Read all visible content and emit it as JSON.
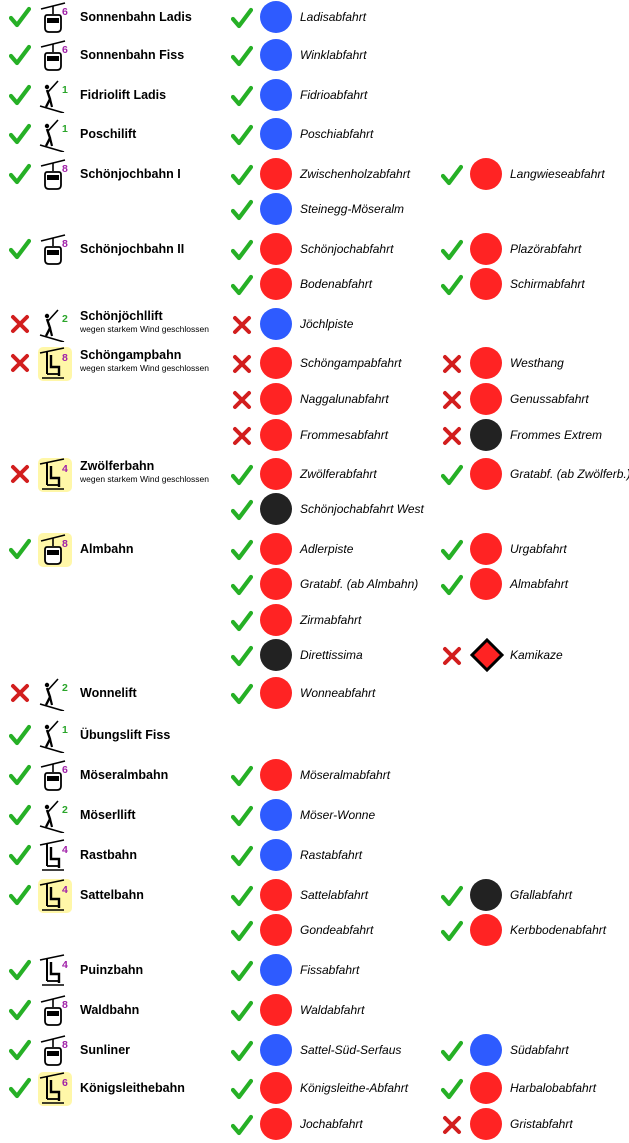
{
  "colors": {
    "blue": "#2e5bff",
    "red": "#ff2323",
    "black": "#222222",
    "open": "#26b026",
    "closed": "#d21e1e",
    "highlight": "#fff7a8"
  },
  "rows": [
    {
      "lift": {
        "name": "Sonnenbahn Ladis",
        "icon": "gondola-icon",
        "capacity": "6",
        "status": "open",
        "highlight": false
      },
      "runs": [
        {
          "name": "Ladisabfahrt",
          "difficulty": "blue",
          "status": "open"
        }
      ]
    },
    {
      "lift": {
        "name": "Sonnenbahn Fiss",
        "icon": "gondola-icon",
        "capacity": "6",
        "status": "open",
        "highlight": false
      },
      "runs": [
        {
          "name": "Winklabfahrt",
          "difficulty": "blue",
          "status": "open"
        }
      ]
    },
    {
      "lift": {
        "name": "Fidriolift Ladis",
        "icon": "tbar-icon",
        "capacity": "1",
        "status": "open",
        "highlight": false
      },
      "runs": [
        {
          "name": "Fidrioabfahrt",
          "difficulty": "blue",
          "status": "open"
        }
      ]
    },
    {
      "lift": {
        "name": "Poschilift",
        "icon": "tbar-icon",
        "capacity": "1",
        "status": "open",
        "highlight": false
      },
      "runs": [
        {
          "name": "Poschiabfahrt",
          "difficulty": "blue",
          "status": "open"
        }
      ]
    },
    {
      "lift": {
        "name": "Schönjochbahn I",
        "icon": "gondola-icon",
        "capacity": "8",
        "status": "open",
        "highlight": false
      },
      "runs": [
        {
          "name": "Zwischenholzabfahrt",
          "difficulty": "red",
          "status": "open"
        },
        {
          "name": "Langwieseabfahrt",
          "difficulty": "red",
          "status": "open"
        }
      ]
    },
    {
      "runs": [
        {
          "name": "Steinegg-Möseralm",
          "difficulty": "blue",
          "status": "open"
        }
      ]
    },
    {
      "lift": {
        "name": "Schönjochbahn II",
        "icon": "gondola-icon",
        "capacity": "8",
        "status": "open",
        "highlight": false
      },
      "runs": [
        {
          "name": "Schönjochabfahrt",
          "difficulty": "red",
          "status": "open"
        },
        {
          "name": "Plazörabfahrt",
          "difficulty": "red",
          "status": "open"
        }
      ]
    },
    {
      "runs": [
        {
          "name": "Bodenabfahrt",
          "difficulty": "red",
          "status": "open"
        },
        {
          "name": "Schirmabfahrt",
          "difficulty": "red",
          "status": "open"
        }
      ]
    },
    {
      "lift": {
        "name": "Schönjöchllift",
        "note": "wegen starkem Wind geschlossen",
        "icon": "tbar-icon",
        "capacity": "2",
        "status": "closed",
        "highlight": false
      },
      "runs": [
        {
          "name": "Jöchlpiste",
          "difficulty": "blue",
          "status": "closed"
        }
      ]
    },
    {
      "lift": {
        "name": "Schöngampbahn",
        "note": "wegen starkem Wind geschlossen",
        "icon": "chairlift-icon",
        "capacity": "8",
        "status": "closed",
        "highlight": true
      },
      "runs": [
        {
          "name": "Schöngampabfahrt",
          "difficulty": "red",
          "status": "closed"
        },
        {
          "name": "Westhang",
          "difficulty": "red",
          "status": "closed"
        }
      ]
    },
    {
      "runs": [
        {
          "name": "Naggalunabfahrt",
          "difficulty": "red",
          "status": "closed"
        },
        {
          "name": "Genussabfahrt",
          "difficulty": "red",
          "status": "closed"
        }
      ]
    },
    {
      "runs": [
        {
          "name": "Frommesabfahrt",
          "difficulty": "red",
          "status": "closed"
        },
        {
          "name": "Frommes Extrem",
          "difficulty": "black",
          "status": "closed"
        }
      ]
    },
    {
      "lift": {
        "name": "Zwölferbahn",
        "note": "wegen starkem Wind geschlossen",
        "icon": "chairlift-icon",
        "capacity": "4",
        "status": "closed",
        "highlight": true
      },
      "runs": [
        {
          "name": "Zwölferabfahrt",
          "difficulty": "red",
          "status": "open"
        },
        {
          "name": "Gratabf. (ab Zwölferb.)",
          "difficulty": "red",
          "status": "open"
        }
      ]
    },
    {
      "runs": [
        {
          "name": "Schönjochabfahrt West",
          "difficulty": "black",
          "status": "open"
        }
      ]
    },
    {
      "lift": {
        "name": "Almbahn",
        "icon": "gondola-icon",
        "capacity": "8",
        "status": "open",
        "highlight": true
      },
      "runs": [
        {
          "name": "Adlerpiste",
          "difficulty": "red",
          "status": "open"
        },
        {
          "name": "Urgabfahrt",
          "difficulty": "red",
          "status": "open"
        }
      ]
    },
    {
      "runs": [
        {
          "name": "Gratabf. (ab Almbahn)",
          "difficulty": "red",
          "status": "open"
        },
        {
          "name": "Almabfahrt",
          "difficulty": "red",
          "status": "open"
        }
      ]
    },
    {
      "runs": [
        {
          "name": "Zirmabfahrt",
          "difficulty": "red",
          "status": "open"
        }
      ]
    },
    {
      "runs": [
        {
          "name": "Direttissima",
          "difficulty": "black",
          "status": "open"
        },
        {
          "name": "Kamikaze",
          "difficulty": "extreme",
          "status": "closed"
        }
      ]
    },
    {
      "lift": {
        "name": "Wonnelift",
        "icon": "tbar-icon",
        "capacity": "2",
        "status": "closed",
        "highlight": false
      },
      "runs": [
        {
          "name": "Wonneabfahrt",
          "difficulty": "red",
          "status": "open"
        }
      ]
    },
    {
      "lift": {
        "name": "Übungslift Fiss",
        "icon": "tbar-icon",
        "capacity": "1",
        "status": "open",
        "highlight": false
      },
      "runs": []
    },
    {
      "lift": {
        "name": "Möseralmbahn",
        "icon": "gondola-icon",
        "capacity": "6",
        "status": "open",
        "highlight": false
      },
      "runs": [
        {
          "name": "Möseralmabfahrt",
          "difficulty": "red",
          "status": "open"
        }
      ]
    },
    {
      "lift": {
        "name": "Möserllift",
        "icon": "tbar-icon",
        "capacity": "2",
        "status": "open",
        "highlight": false
      },
      "runs": [
        {
          "name": "Möser-Wonne",
          "difficulty": "blue",
          "status": "open"
        }
      ]
    },
    {
      "lift": {
        "name": "Rastbahn",
        "icon": "chairlift-icon",
        "capacity": "4",
        "status": "open",
        "highlight": false
      },
      "runs": [
        {
          "name": "Rastabfahrt",
          "difficulty": "blue",
          "status": "open"
        }
      ]
    },
    {
      "lift": {
        "name": "Sattelbahn",
        "icon": "chairlift-icon",
        "capacity": "4",
        "status": "open",
        "highlight": true
      },
      "runs": [
        {
          "name": "Sattelabfahrt",
          "difficulty": "red",
          "status": "open"
        },
        {
          "name": "Gfallabfahrt",
          "difficulty": "black",
          "status": "open"
        }
      ]
    },
    {
      "runs": [
        {
          "name": "Gondeabfahrt",
          "difficulty": "red",
          "status": "open"
        },
        {
          "name": "Kerbbodenabfahrt",
          "difficulty": "red",
          "status": "open"
        }
      ]
    },
    {
      "lift": {
        "name": "Puinzbahn",
        "icon": "chairlift-icon",
        "capacity": "4",
        "status": "open",
        "highlight": false
      },
      "runs": [
        {
          "name": "Fissabfahrt",
          "difficulty": "blue",
          "status": "open"
        }
      ]
    },
    {
      "lift": {
        "name": "Waldbahn",
        "icon": "gondola-icon",
        "capacity": "8",
        "status": "open",
        "highlight": false
      },
      "runs": [
        {
          "name": "Waldabfahrt",
          "difficulty": "red",
          "status": "open"
        }
      ]
    },
    {
      "lift": {
        "name": "Sunliner",
        "icon": "gondola-icon",
        "capacity": "8",
        "status": "open",
        "highlight": false
      },
      "runs": [
        {
          "name": "Sattel-Süd-Serfaus",
          "difficulty": "blue",
          "status": "open"
        },
        {
          "name": "Südabfahrt",
          "difficulty": "blue",
          "status": "open"
        }
      ]
    },
    {
      "lift": {
        "name": "Königsleithebahn",
        "icon": "chairlift-icon",
        "capacity": "6",
        "status": "open",
        "highlight": true
      },
      "runs": [
        {
          "name": "Königsleithe-Abfahrt",
          "difficulty": "red",
          "status": "open"
        },
        {
          "name": "Harbalobabfahrt",
          "difficulty": "red",
          "status": "open"
        }
      ]
    },
    {
      "runs": [
        {
          "name": "Jochabfahrt",
          "difficulty": "red",
          "status": "open"
        },
        {
          "name": "Gristabfahrt",
          "difficulty": "red",
          "status": "closed"
        }
      ]
    }
  ]
}
